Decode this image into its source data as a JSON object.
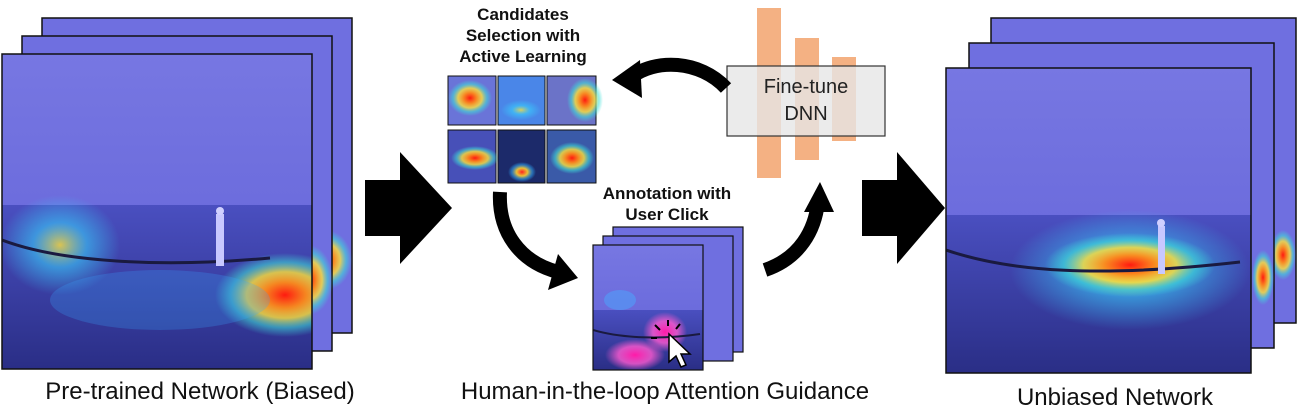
{
  "stage1": {
    "caption": "Pre-trained Network (Biased)"
  },
  "stage2": {
    "candidates_title": [
      "Candidates",
      "Selection with",
      "Active Learning"
    ],
    "annotation_title": [
      "Annotation with",
      "User Click"
    ],
    "caption": "Human-in-the-loop Attention Guidance",
    "finetune_label": [
      "Fine-tune",
      "DNN"
    ]
  },
  "stage3": {
    "caption": "Unbiased Network"
  },
  "colors": {
    "blue_tint": "#6f6fe0",
    "dnn_bar": "#f4b183",
    "heat_red": "#ff2a1a",
    "heat_yellow": "#ffd43a",
    "arrow": "#000000",
    "box_fill": "#e8e8e8"
  }
}
